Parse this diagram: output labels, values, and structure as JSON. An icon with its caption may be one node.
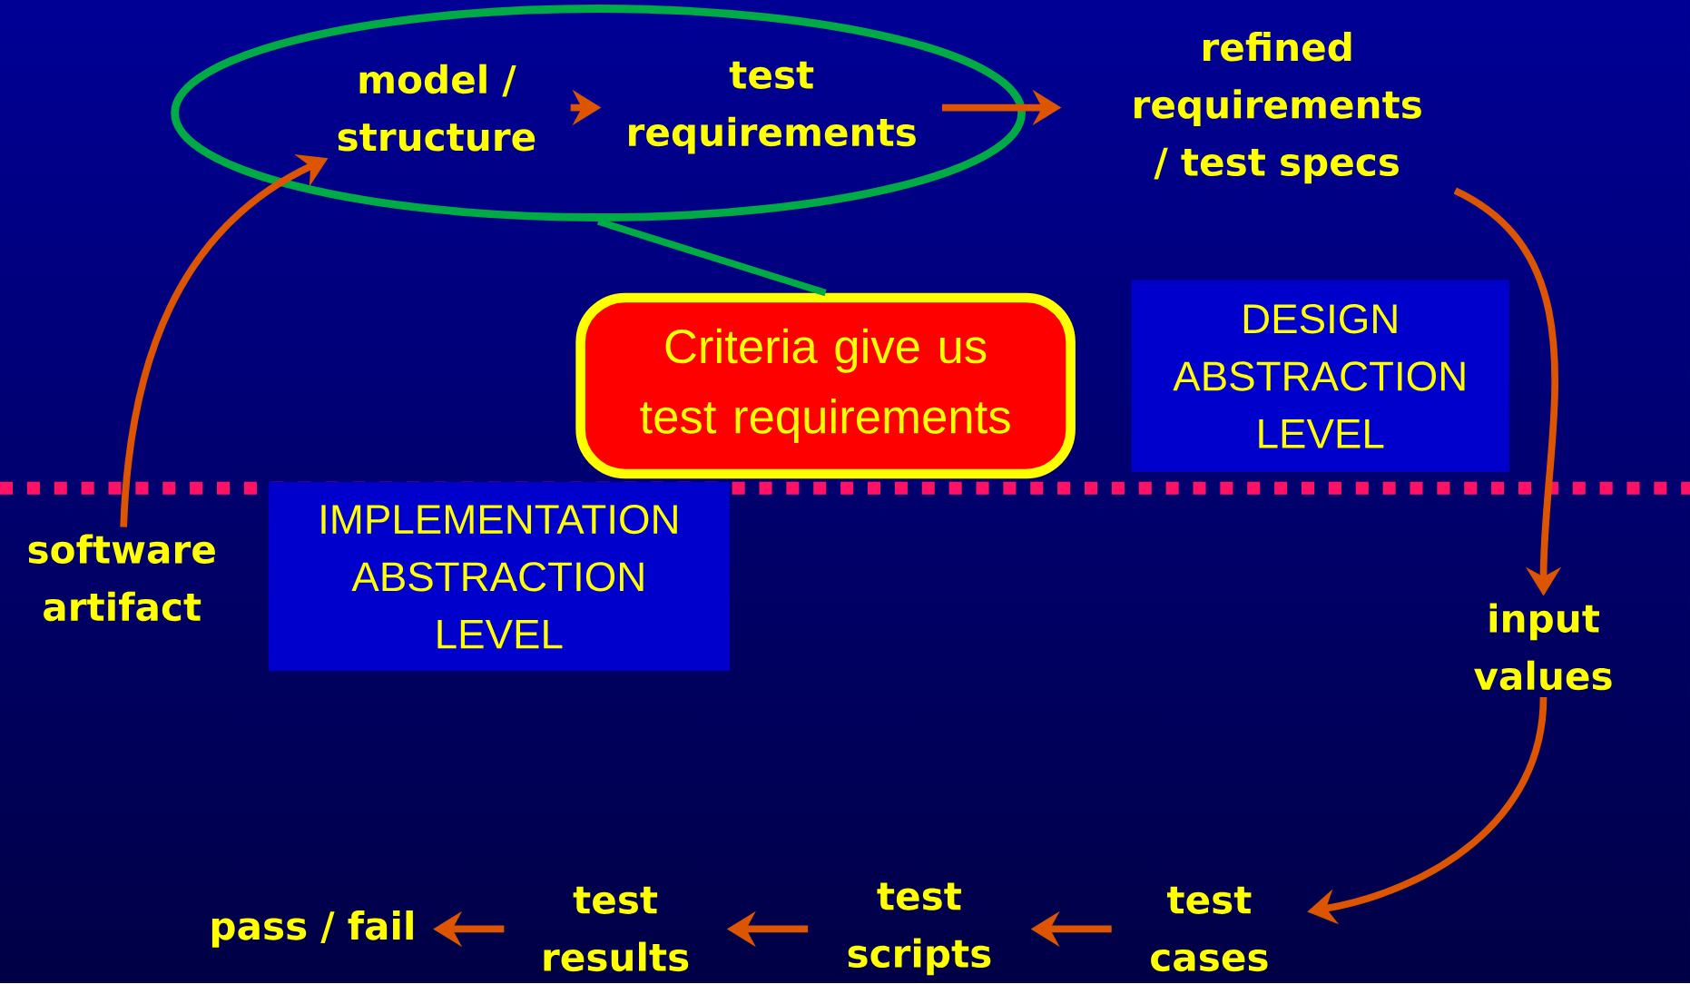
{
  "diagram": {
    "nodes": [
      {
        "text": [],
        "shape": "ellipse"
      },
      {
        "text": [
          "model / structure"
        ],
        "in": 0
      },
      {
        "text": [
          "test requirements"
        ],
        "in": 0
      },
      {
        "text": [
          "refined requirements / test specs"
        ]
      },
      {
        "text": [
          "Criteria give us test requirements"
        ]
      },
      {
        "text": [
          "DESIGN ABSTRACTION LEVEL"
        ]
      },
      {
        "text": [
          "IMPLEMENTATION ABSTRACTION LEVEL"
        ]
      },
      {
        "text": [
          "software artifact"
        ]
      },
      {
        "text": [
          "input values"
        ]
      },
      {
        "text": [
          "test cases"
        ]
      },
      {
        "text": [
          "test scripts"
        ]
      },
      {
        "text": [
          "test results"
        ]
      },
      {
        "text": [
          "pass / fail"
        ]
      }
    ],
    "edges": [
      {
        "from": 7,
        "to": 1,
        "arrow": "to"
      },
      {
        "from": 1,
        "to": 2,
        "arrow": "to"
      },
      {
        "from": 2,
        "to": 3,
        "arrow": "to"
      },
      {
        "from": 3,
        "to": 8,
        "arrow": "to"
      },
      {
        "from": 8,
        "to": 9,
        "arrow": "to"
      },
      {
        "from": 9,
        "to": 10,
        "arrow": "to"
      },
      {
        "from": 10,
        "to": 11,
        "arrow": "to"
      },
      {
        "from": 11,
        "to": 12,
        "arrow": "to"
      },
      {
        "from": 0,
        "to": 4,
        "arrow": "none",
        "color": "#00aa44"
      }
    ]
  }
}
